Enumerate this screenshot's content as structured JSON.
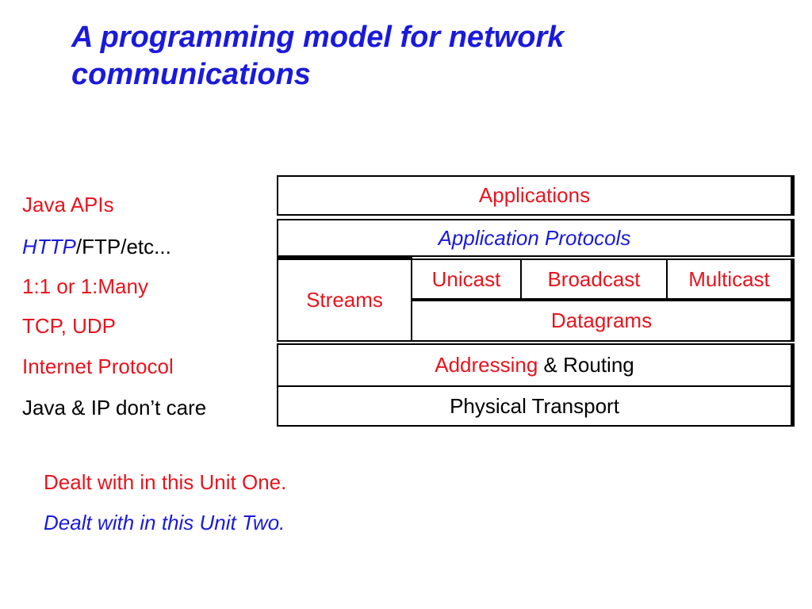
{
  "title": {
    "line1": "A programming model for network",
    "line2": "communications"
  },
  "colors": {
    "unit_one": "#e8141e",
    "unit_two": "#1a1adb",
    "default": "#000000"
  },
  "side_labels": {
    "java_apis": "Java APIs",
    "http": "HTTP",
    "ftp_etc": "/FTP/etc...",
    "one_to_one": "1:1 or 1:Many",
    "tcp_udp": "TCP, UDP",
    "internet_protocol": "Internet Protocol",
    "dont_care": "Java & IP don’t care"
  },
  "stack": {
    "applications": "Applications",
    "application_protocols": "Application Protocols",
    "streams": "Streams",
    "unicast": "Unicast",
    "broadcast": "Broadcast",
    "multicast": "Multicast",
    "datagrams": "Datagrams",
    "addressing": "Addressing",
    "and_routing": " & Routing",
    "physical_transport": "Physical Transport"
  },
  "legend": {
    "unit_one": "Dealt with in this Unit One.",
    "unit_two": "Dealt with in this Unit Two."
  }
}
